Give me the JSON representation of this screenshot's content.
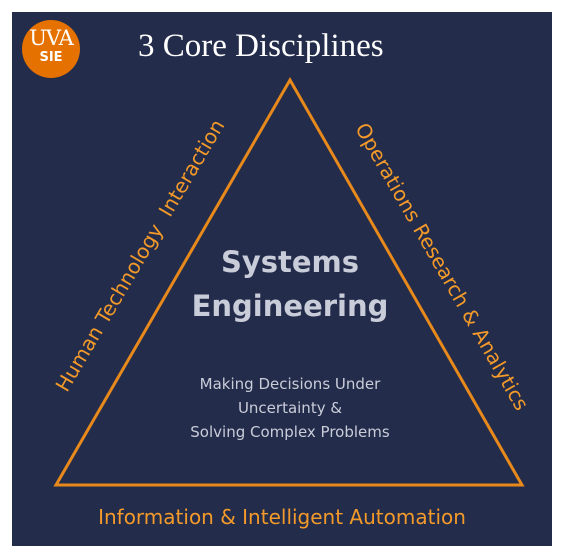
{
  "header": {
    "title": "3 Core Disciplines"
  },
  "logo": {
    "line1": "UVA",
    "line2": "SIE"
  },
  "center": {
    "title_line1": "Systems",
    "title_line2": "Engineering",
    "subtitle_line1": "Making Decisions Under",
    "subtitle_line2": "Uncertainty &",
    "subtitle_line3": "Solving Complex Problems"
  },
  "disciplines": {
    "left": "Human Technology  Interaction",
    "right": "Operations Research & Analytics",
    "bottom": "Information & Intelligent Automation"
  },
  "colors": {
    "background": "#232c4a",
    "accent": "#e57200",
    "triangle_stroke": "#e8891c",
    "label_text": "#f39a2a",
    "center_text": "#c9ccd9"
  }
}
